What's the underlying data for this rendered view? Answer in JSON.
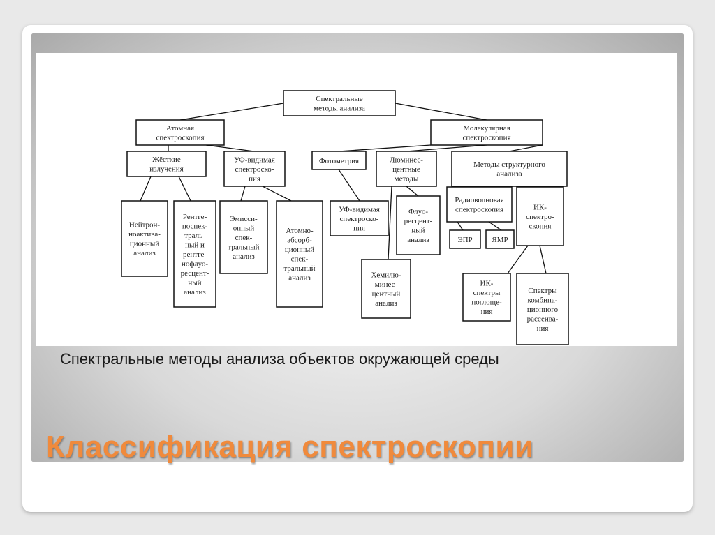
{
  "slide": {
    "title": "Классификация спектроскопии",
    "caption": "Спектральные методы анализа объектов окружающей среды"
  },
  "diagram": {
    "nodes": [
      {
        "id": "root",
        "lines": [
          "Спектральные",
          "методы анализа"
        ]
      },
      {
        "id": "atomic",
        "lines": [
          "Атомная",
          "спектроскопия"
        ]
      },
      {
        "id": "molecular",
        "lines": [
          "Молекулярная",
          "спектроскопия"
        ]
      },
      {
        "id": "hard",
        "lines": [
          "Жёсткие",
          "излучения"
        ]
      },
      {
        "id": "uvvis_atomic",
        "lines": [
          "УФ-видимая",
          "спектроско-",
          "пия"
        ]
      },
      {
        "id": "photometry",
        "lines": [
          "Фотометрия"
        ]
      },
      {
        "id": "luminescent",
        "lines": [
          "Люминес-",
          "центные",
          "методы"
        ]
      },
      {
        "id": "structural",
        "lines": [
          "Методы структурного",
          "анализа"
        ]
      },
      {
        "id": "neutron",
        "lines": [
          "Нейтрон-",
          "ноактива-",
          "ционный",
          "анализ"
        ]
      },
      {
        "id": "xray",
        "lines": [
          "Рентге-",
          "носпек-",
          "траль-",
          "ный и",
          "рентге-",
          "нофлуо-",
          "ресцент-",
          "ный",
          "анализ"
        ]
      },
      {
        "id": "emission",
        "lines": [
          "Эмисси-",
          "онный",
          "спек-",
          "тральный",
          "анализ"
        ]
      },
      {
        "id": "aas",
        "lines": [
          "Атомно-",
          "абсорб-",
          "ционный",
          "спек-",
          "тральный",
          "анализ"
        ]
      },
      {
        "id": "uvvis_mol",
        "lines": [
          "УФ-видимая",
          "спектроско-",
          "пия"
        ]
      },
      {
        "id": "fluor",
        "lines": [
          "Флуо-",
          "ресцент-",
          "ный",
          "анализ"
        ]
      },
      {
        "id": "chemilum",
        "lines": [
          "Хемилю-",
          "минес-",
          "центный",
          "анализ"
        ]
      },
      {
        "id": "radiowave",
        "lines": [
          "Радиоволновая",
          "спектроскопия"
        ]
      },
      {
        "id": "ir",
        "lines": [
          "ИК-",
          "спектро-",
          "скопия"
        ]
      },
      {
        "id": "epr",
        "lines": [
          "ЭПР"
        ]
      },
      {
        "id": "nmr",
        "lines": [
          "ЯМР"
        ]
      },
      {
        "id": "ir_abs",
        "lines": [
          "ИК-",
          "спектры",
          "поглоще-",
          "ния"
        ]
      },
      {
        "id": "raman",
        "lines": [
          "Спектры",
          "комбина-",
          "ционного",
          "рассеива-",
          "ния"
        ]
      }
    ]
  }
}
